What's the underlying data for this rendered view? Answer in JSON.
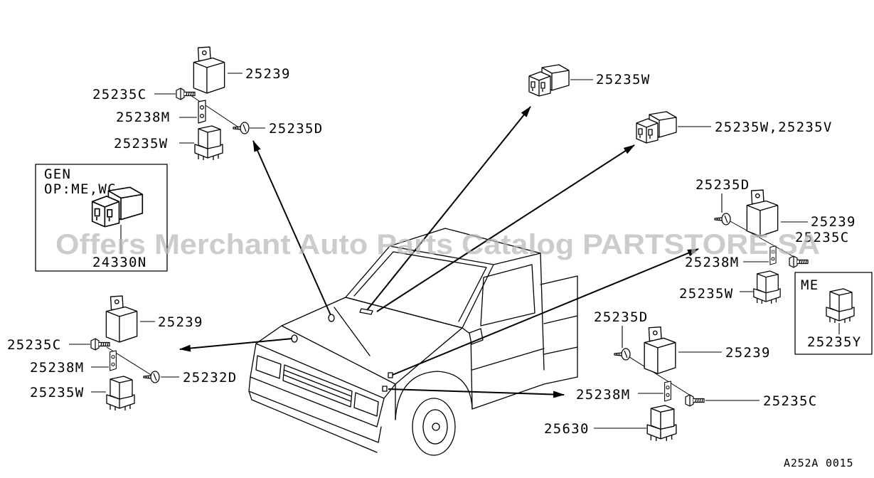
{
  "watermark": "Offers Merchant Auto Parts Catalog PARTSTORE.SA",
  "diagram_code": "A252A 0015",
  "top_group": {
    "relay": "25239",
    "bolt": "25235C",
    "bracket": "25238M",
    "screw": "25235D",
    "relay_small": "25235W"
  },
  "top_right": {
    "connector_a": "25235W",
    "connector_b": "25235W,25235V"
  },
  "gen_box": {
    "title": "GEN",
    "option": "OP:ME,WC",
    "part": "24330N"
  },
  "right_group": {
    "screw": "25235D",
    "relay": "25239",
    "bolt": "25235C",
    "bracket": "25238M",
    "relay_small": "25235W"
  },
  "me_box": {
    "title": "ME",
    "part": "25235Y"
  },
  "left_group": {
    "relay": "25239",
    "bolt": "25235C",
    "bracket": "25238M",
    "screw": "25232D",
    "relay_small": "25235W"
  },
  "bottom_right_group": {
    "screw": "25235D",
    "relay": "25239",
    "bracket": "25238M",
    "bolt": "25235C",
    "relay_small": "25630"
  }
}
